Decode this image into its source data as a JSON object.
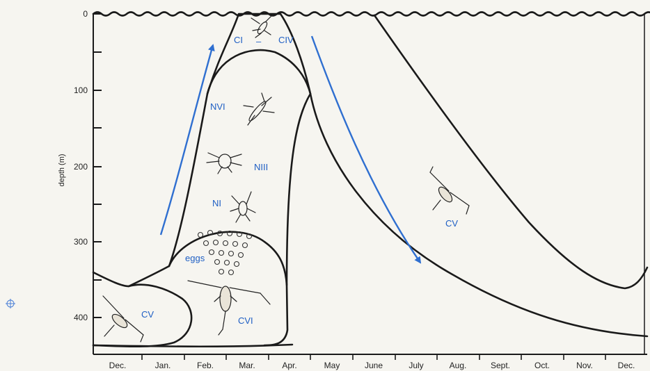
{
  "axis": {
    "y_title": "depth (m)",
    "y_ticks": [
      "0",
      "100",
      "200",
      "300",
      "400"
    ],
    "months": [
      "Dec.",
      "Jan.",
      "Feb.",
      "Mar.",
      "Apr.",
      "May",
      "June",
      "July",
      "Aug.",
      "Sept.",
      "Oct.",
      "Nov.",
      "Dec."
    ]
  },
  "labels": {
    "ci": "CI",
    "dash": "–",
    "civ": "CIV",
    "nvi": "NVI",
    "niii": "NIII",
    "ni": "NI",
    "eggs": "eggs",
    "cvi": "CVI",
    "cv_left": "CV",
    "cv_right": "CV"
  },
  "colors": {
    "label_blue": "#1f5fc4",
    "arrow_blue": "#2f6fd0",
    "line": "#1a1a1a",
    "background": "#f6f5f0"
  },
  "icons": {
    "side_marker": "crosshair-circle-icon"
  }
}
